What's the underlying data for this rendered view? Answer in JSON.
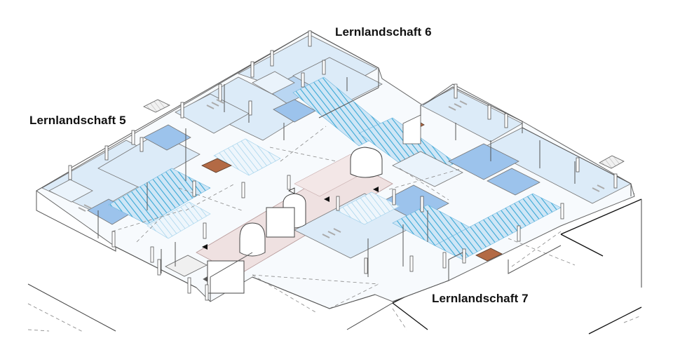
{
  "labels": {
    "zone5": "Lernlandschaft 5",
    "zone6": "Lernlandschaft 6",
    "zone7": "Lernlandschaft 7"
  },
  "colors": {
    "room_fill": "#dcebf8",
    "room_light": "#eaf3fb",
    "blue_accent": "#9cc3ec",
    "hatch": "#39a8d6",
    "corridor": "#efe1e1",
    "brown": "#b36a45",
    "line": "#555555"
  }
}
